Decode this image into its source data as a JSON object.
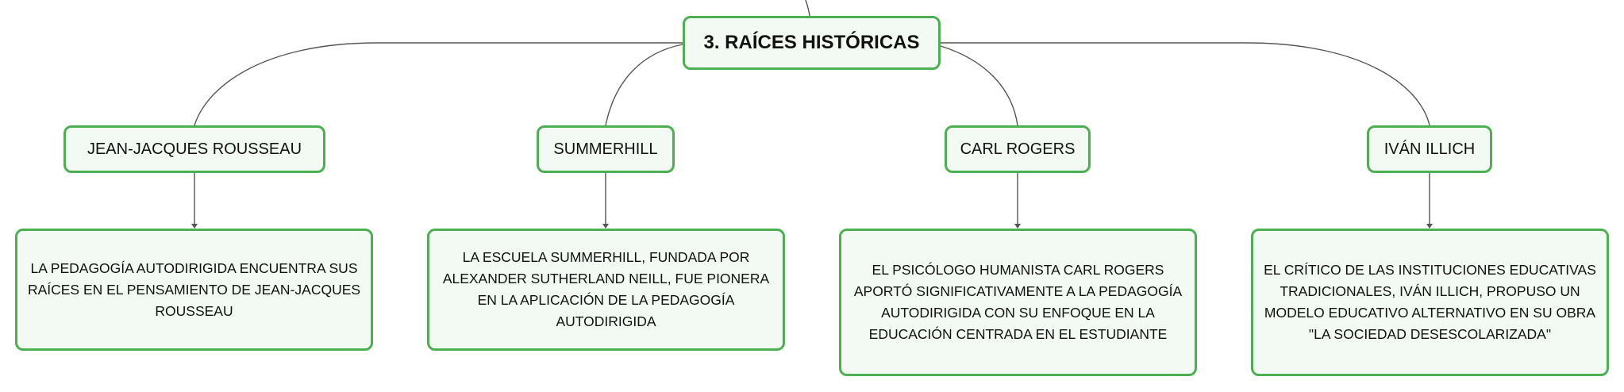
{
  "diagram": {
    "root": {
      "label": "3. RAÍCES HISTÓRICAS"
    },
    "branches": [
      {
        "title": "JEAN-JACQUES ROUSSEAU",
        "description": "LA PEDAGOGÍA AUTODIRIGIDA ENCUENTRA SUS RAÍCES EN EL PENSAMIENTO DE JEAN-JACQUES ROUSSEAU"
      },
      {
        "title": "SUMMERHILL",
        "description": "LA ESCUELA SUMMERHILL, FUNDADA POR ALEXANDER SUTHERLAND NEILL, FUE PIONERA EN LA APLICACIÓN DE LA PEDAGOGÍA AUTODIRIGIDA"
      },
      {
        "title": "CARL ROGERS",
        "description": "EL PSICÓLOGO HUMANISTA CARL ROGERS APORTÓ SIGNIFICATIVAMENTE A LA PEDAGOGÍA AUTODIRIGIDA CON SU ENFOQUE EN LA EDUCACIÓN CENTRADA EN EL ESTUDIANTE"
      },
      {
        "title": "IVÁN ILLICH",
        "description": "EL CRÍTICO DE LAS INSTITUCIONES EDUCATIVAS TRADICIONALES, IVÁN ILLICH, PROPUSO UN MODELO EDUCATIVO ALTERNATIVO EN SU OBRA \"LA SOCIEDAD DESESCOLARIZADA\""
      }
    ],
    "colors": {
      "node_border": "#4caf50",
      "node_fill": "#f3faf3",
      "connector": "#555555",
      "text": "#111111"
    }
  }
}
